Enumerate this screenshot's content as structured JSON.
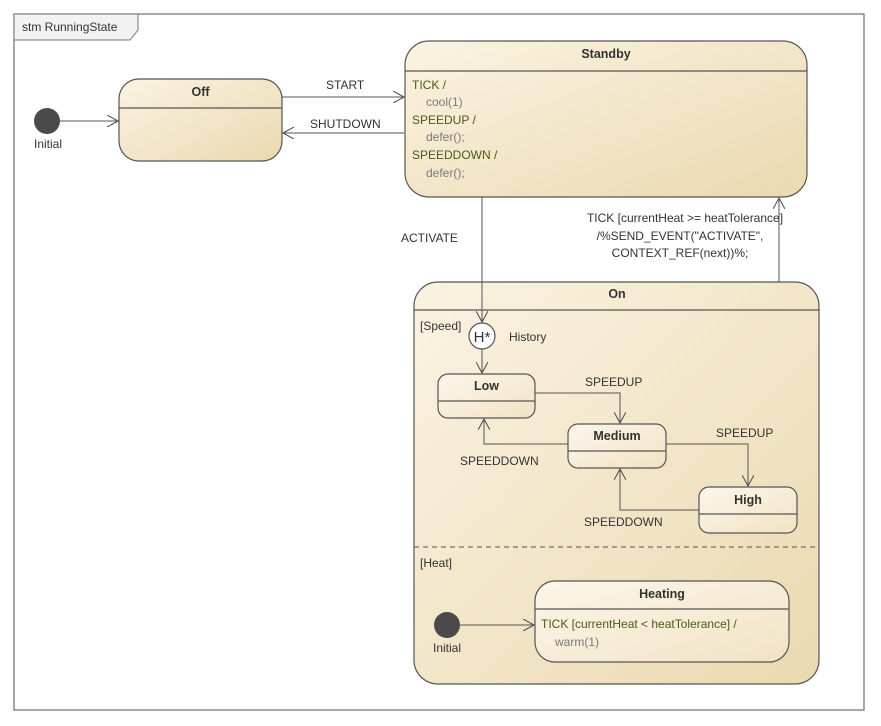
{
  "diagram": {
    "frame_label": "stm RunningState",
    "initial_top": {
      "label": "Initial"
    },
    "off": {
      "name": "Off"
    },
    "standby": {
      "name": "Standby",
      "behaviors": [
        {
          "trigger": "TICK /",
          "action": "cool(1)"
        },
        {
          "trigger": "SPEEDUP /",
          "action": "defer();"
        },
        {
          "trigger": "SPEEDDOWN /",
          "action": "defer();"
        }
      ]
    },
    "on": {
      "name": "On",
      "regions": [
        {
          "label": "[Speed]"
        },
        {
          "label": "[Heat]"
        }
      ],
      "history": {
        "symbol": "H*",
        "label": "History"
      },
      "low": {
        "name": "Low"
      },
      "medium": {
        "name": "Medium"
      },
      "high": {
        "name": "High"
      },
      "heating": {
        "name": "Heating",
        "trigger": "TICK [currentHeat < heatTolerance] /",
        "action": "warm(1)"
      },
      "initial_heat": {
        "label": "Initial"
      }
    },
    "transitions": {
      "start": "START",
      "shutdown": "SHUTDOWN",
      "activate": "ACTIVATE",
      "tick_guard_lines": [
        "TICK [currentHeat >= heatTolerance]",
        "/%SEND_EVENT(\"ACTIVATE\",",
        "CONTEXT_REF(next))%;"
      ],
      "low_speedup": "SPEEDUP",
      "medium_speeddown": "SPEEDDOWN",
      "medium_speedup": "SPEEDUP",
      "high_speeddown": "SPEEDDOWN"
    },
    "colors": {
      "state_fill_light": "#fbf3e2",
      "state_fill_dark": "#ead9b0",
      "stroke": "#555555",
      "trigger_text": "#4b5a18",
      "action_text": "#7a7a7a"
    }
  }
}
